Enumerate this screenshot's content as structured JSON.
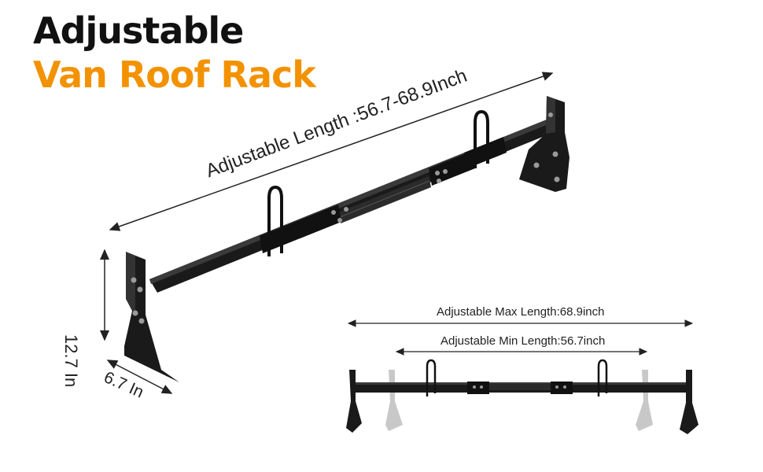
{
  "title": {
    "line1": "Adjustable",
    "line2": "Van Roof Rack",
    "line1_color": "#111111",
    "line2_color": "#f39200"
  },
  "dimensions": {
    "adjustable_length": "Adjustable Length :56.7-68.9Inch",
    "height": "12.7 In",
    "depth": "6.7 In",
    "max_length": "Adjustable Max Length:68.9inch",
    "min_length": "Adjustable Min Length:56.7inch"
  },
  "colors": {
    "rack": "#1a1a1a",
    "rack_highlight": "#3a3a3a",
    "bolt": "#9a9a9a",
    "ghost": "#c8c8c8"
  },
  "icons": [
    "van-roof-rack-image",
    "compact-rack-image",
    "dimension-arrow-icon"
  ]
}
